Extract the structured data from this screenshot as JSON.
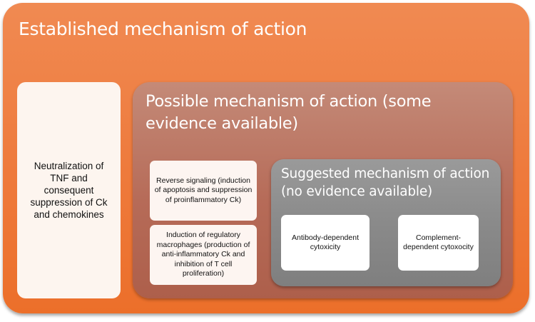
{
  "diagram": {
    "outer": {
      "title": "Established mechanism of action",
      "box": "Neutralization of TNF and consequent suppression of Ck and chemokines"
    },
    "middle": {
      "title": "Possible mechanism of action (some evidence available)",
      "boxes": [
        "Reverse signaling (induction of apoptosis and suppression of proinflammatory Ck)",
        "Induction of regulatory macrophages (production of anti-inflammatory Ck and inhibition of T cell proliferation)"
      ]
    },
    "inner": {
      "title": "Suggested mechanism of action (no evidence available)",
      "boxes": [
        "Antibody-dependent cytoxicity",
        "Complement-dependent cytoxocity"
      ]
    },
    "colors": {
      "outer": "#ee7a3c",
      "middle": "#b66b58",
      "inner": "#8a8a8a",
      "box": "#fdf5ef"
    }
  }
}
